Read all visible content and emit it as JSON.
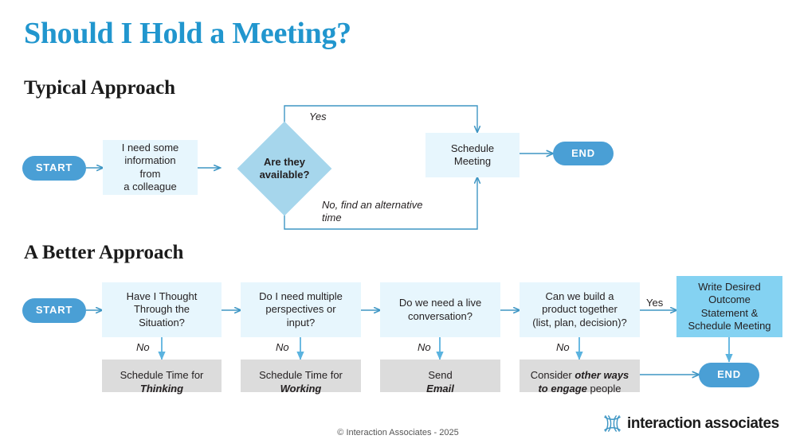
{
  "page": {
    "title": "Should I Hold a Meeting?",
    "copyright": "© Interaction Associates - 2025"
  },
  "colors": {
    "title_blue": "#2196CE",
    "pill_blue": "#4A9FD5",
    "box_light_blue": "#E7F6FD",
    "box_mid_blue": "#84D2F2",
    "diamond_blue": "#A6D6EC",
    "box_gray": "#DCDCDC",
    "wire_blue": "#3E96C4",
    "text_dark": "#231F20"
  },
  "sections": {
    "typical": {
      "heading": "Typical Approach"
    },
    "better": {
      "heading": "A Better Approach"
    }
  },
  "typical_flow": {
    "start": "START",
    "end": "END",
    "step1": "I need some\ninformation\nfrom\na colleague",
    "decision": "Are they\navailable?",
    "yes_label": "Yes",
    "no_label": "No, find an alternative\ntime",
    "schedule": "Schedule\nMeeting"
  },
  "better_flow": {
    "start": "START",
    "end": "END",
    "yes_label": "Yes",
    "no_label": "No",
    "questions": [
      {
        "text": "Have I Thought\nThrough the\nSituation?"
      },
      {
        "text": "Do I need multiple\nperspectives or\ninput?"
      },
      {
        "text": "Do we need a live\nconversation?"
      },
      {
        "text": "Can we build a\nproduct together\n(list, plan, decision)?"
      }
    ],
    "outcomes": [
      {
        "prefix": "Schedule Time for\n",
        "emphasis": "Thinking",
        "suffix": ""
      },
      {
        "prefix": "Schedule Time for\n",
        "emphasis": "Working",
        "suffix": ""
      },
      {
        "prefix": "Send\n",
        "emphasis": "Email",
        "suffix": ""
      },
      {
        "prefix": "Consider ",
        "emphasis": "other ways\nto engage",
        "suffix": " people"
      }
    ],
    "final_box": "Write Desired\nOutcome\nStatement &\nSchedule Meeting"
  },
  "logo": {
    "wordmark": "interaction associates",
    "mark": "woven-lines-icon"
  }
}
